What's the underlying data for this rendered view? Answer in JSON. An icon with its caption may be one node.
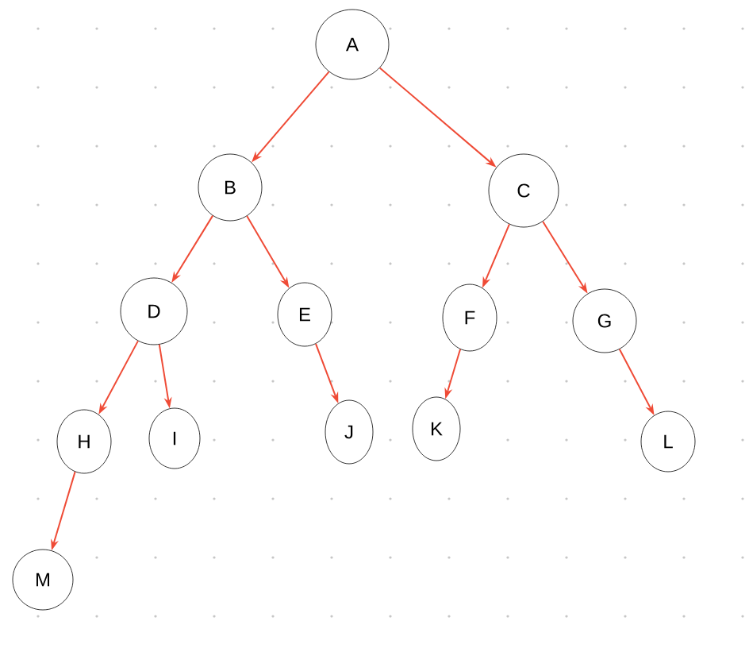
{
  "diagram": {
    "nodes": [
      {
        "text": [
          "A"
        ]
      },
      {
        "text": [
          "B"
        ]
      },
      {
        "text": [
          "C"
        ]
      },
      {
        "text": [
          "D"
        ]
      },
      {
        "text": [
          "E"
        ]
      },
      {
        "text": [
          "F"
        ]
      },
      {
        "text": [
          "G"
        ]
      },
      {
        "text": [
          "H"
        ]
      },
      {
        "text": [
          "I"
        ]
      },
      {
        "text": [
          "J"
        ]
      },
      {
        "text": [
          "K"
        ]
      },
      {
        "text": [
          "L"
        ]
      },
      {
        "text": [
          "M"
        ]
      }
    ],
    "edges": [
      {
        "from": 0,
        "to": 1,
        "arrow": "to"
      },
      {
        "from": 0,
        "to": 2,
        "arrow": "to"
      },
      {
        "from": 1,
        "to": 3,
        "arrow": "to"
      },
      {
        "from": 1,
        "to": 4,
        "arrow": "to"
      },
      {
        "from": 2,
        "to": 5,
        "arrow": "to"
      },
      {
        "from": 2,
        "to": 6,
        "arrow": "to"
      },
      {
        "from": 3,
        "to": 7,
        "arrow": "to"
      },
      {
        "from": 3,
        "to": 8,
        "arrow": "to"
      },
      {
        "from": 4,
        "to": 9,
        "arrow": "to"
      },
      {
        "from": 5,
        "to": 10,
        "arrow": "to"
      },
      {
        "from": 6,
        "to": 11,
        "arrow": "to"
      },
      {
        "from": 7,
        "to": 12,
        "arrow": "to"
      }
    ]
  }
}
